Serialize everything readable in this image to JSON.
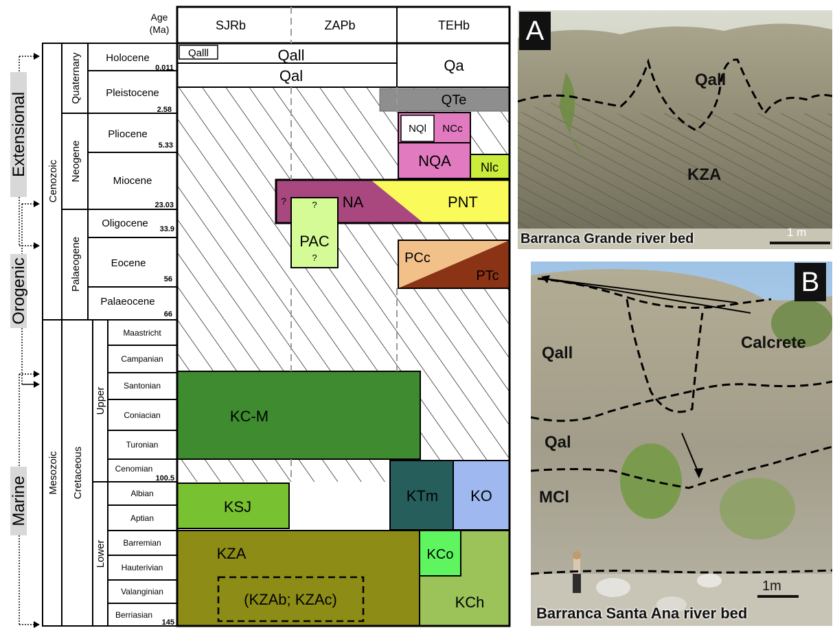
{
  "headers": {
    "age": "Age",
    "age_unit": "(Ma)",
    "basins": [
      "SJRb",
      "ZAPb",
      "TEHb"
    ]
  },
  "phases": [
    "Extensional",
    "Orogenic",
    "Marine"
  ],
  "eras": [
    "Cenozoic",
    "Mesozoic"
  ],
  "periods": [
    "Quaternary",
    "Neogene",
    "Palaeogene",
    "Cretaceous"
  ],
  "subperiods": [
    "Upper",
    "Lower"
  ],
  "epochs": [
    "Holocene",
    "Pleistocene",
    "Pliocene",
    "Miocene",
    "Oligocene",
    "Eocene",
    "Palaeocene"
  ],
  "epoch_ages": [
    "0.011",
    "2.58",
    "5.33",
    "23.03",
    "33.9",
    "56",
    "66"
  ],
  "stages_upper": [
    "Maastricht",
    "Campanian",
    "Santonian",
    "Coniacian",
    "Turonian",
    "Cenomian"
  ],
  "stages_lower": [
    "Albian",
    "Aptian",
    "Barremian",
    "Hauterivian",
    "Valanginian",
    "Berriasian"
  ],
  "stage_ages": {
    "cenomian": "100.5",
    "berriasian": "145"
  },
  "units": {
    "qalll": "Qalll",
    "qall": "Qall",
    "qal": "Qal",
    "qa": "Qa",
    "qte": "QTe",
    "nql": "NQl",
    "ncc": "NCc",
    "nqa": "NQA",
    "nlc": "Nlc",
    "na": "NA",
    "pnt": "PNT",
    "pac": "PAC",
    "pcc": "PCc",
    "ptc": "PTc",
    "kcm": "KC-M",
    "ksj": "KSJ",
    "ktm": "KTm",
    "ko": "KO",
    "kza": "KZA",
    "kzabc": "(KZAb; KZAc)",
    "kco": "KCo",
    "kch": "KCh",
    "q": "?"
  },
  "colors": {
    "na": "#a8487f",
    "pnt": "#fafa5a",
    "pac": "#d5fb97",
    "pcc": "#f2c18a",
    "ptc": "#8a3415",
    "kcm": "#3e8c2f",
    "ksj": "#78c130",
    "ktm": "#265e5c",
    "ko": "#9fb8ef",
    "kza": "#8c8c16",
    "kco": "#5ef560",
    "kch": "#9cc25a",
    "neogene_pink": "#e27ac0",
    "nlc": "#ccec3c",
    "qte": "#8e8e8e"
  },
  "photo_a": {
    "letter": "A",
    "labels": [
      "Qall",
      "KZA"
    ],
    "scale": "1 m",
    "caption": "Barranca Grande river bed"
  },
  "photo_b": {
    "letter": "B",
    "labels": [
      "Qall",
      "Qal",
      "MCl",
      "Calcrete"
    ],
    "scale": "1m",
    "caption": "Barranca Santa Ana river bed"
  }
}
